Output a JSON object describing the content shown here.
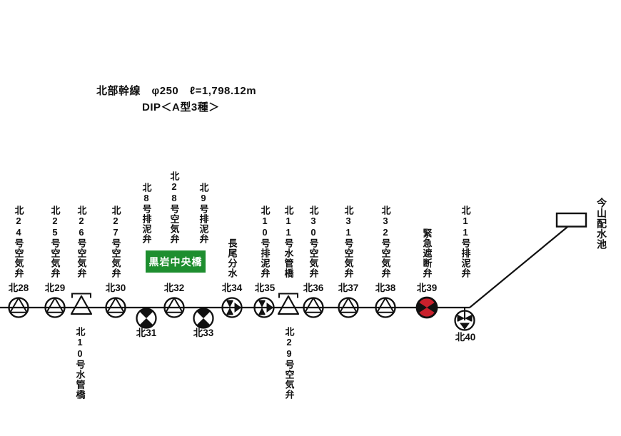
{
  "title": {
    "line1": "北部幹線　φ250　ℓ=1,798.12m",
    "line2": "DIP＜A型3種＞"
  },
  "bridge_box": {
    "label": "黒岩中央橋"
  },
  "reservoir": {
    "label": "今山配水池"
  },
  "colors": {
    "emergency_fill": "#c9202c",
    "bridge_box_bg": "#1e8e2f",
    "line": "#111111"
  },
  "nodes": [
    {
      "id": "北28",
      "valve": "北24号空気弁",
      "symbol": "air-valve"
    },
    {
      "id": "北29",
      "valve": "北25号空気弁",
      "symbol": "air-valve"
    },
    {
      "id": "北30",
      "valve": "北27号空気弁",
      "symbol": "air-valve"
    },
    {
      "id": "北31",
      "valve": "北8号排泥弁",
      "symbol": "drain-valve"
    },
    {
      "id": "北32",
      "valve": "北28号空気弁",
      "symbol": "air-valve"
    },
    {
      "id": "北33",
      "valve": "北9号排泥弁",
      "symbol": "drain-valve"
    },
    {
      "id": "北34",
      "valve": "長尾分水",
      "symbol": "branch-valve"
    },
    {
      "id": "北35",
      "valve": "北10号排泥弁",
      "symbol": "branch-valve"
    },
    {
      "id": "北36",
      "valve": "北30号空気弁",
      "symbol": "air-valve"
    },
    {
      "id": "北37",
      "valve": "北31号空気弁",
      "symbol": "air-valve"
    },
    {
      "id": "北38",
      "valve": "北32号空気弁",
      "symbol": "air-valve"
    },
    {
      "id": "北39",
      "valve": "緊急遮断弁",
      "symbol": "emergency-shutoff-valve"
    },
    {
      "id": "北40",
      "valve": "北11号排泥弁",
      "symbol": "branch-valve-down"
    }
  ],
  "bridges": [
    {
      "above": "北26号空気弁",
      "below": "北10号水管橋"
    },
    {
      "above": "北11号水管橋",
      "below": "北29号空気弁"
    }
  ]
}
